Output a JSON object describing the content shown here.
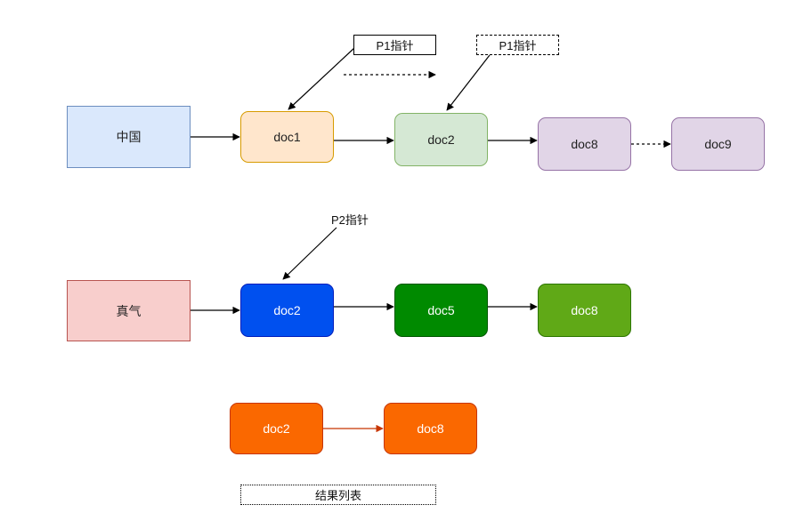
{
  "rows": [
    {
      "term": "中国",
      "docs": [
        "doc1",
        "doc2",
        "doc8",
        "doc9"
      ],
      "pointer_label": "P1指针",
      "pointer_label_next": "P1指针"
    },
    {
      "term": "真气",
      "docs": [
        "doc2",
        "doc5",
        "doc8"
      ],
      "pointer_label": "P2指针"
    }
  ],
  "result": {
    "docs": [
      "doc2",
      "doc8"
    ],
    "label": "结果列表"
  },
  "colors": {
    "term1_fill": "#dae8fc",
    "term1_stroke": "#6c8ebf",
    "doc1_fill": "#ffe6cc",
    "doc1_stroke": "#d79b00",
    "doc2_fill": "#d5e8d4",
    "doc2_stroke": "#82b366",
    "doc8_fill": "#e1d5e7",
    "doc8_stroke": "#9673a6",
    "term2_fill": "#f8cecc",
    "term2_stroke": "#b85450",
    "blue_fill": "#0050ef",
    "green_fill": "#008a00",
    "lime_fill": "#60a917",
    "orange_fill": "#fa6800",
    "orange_stroke": "#c73500"
  }
}
